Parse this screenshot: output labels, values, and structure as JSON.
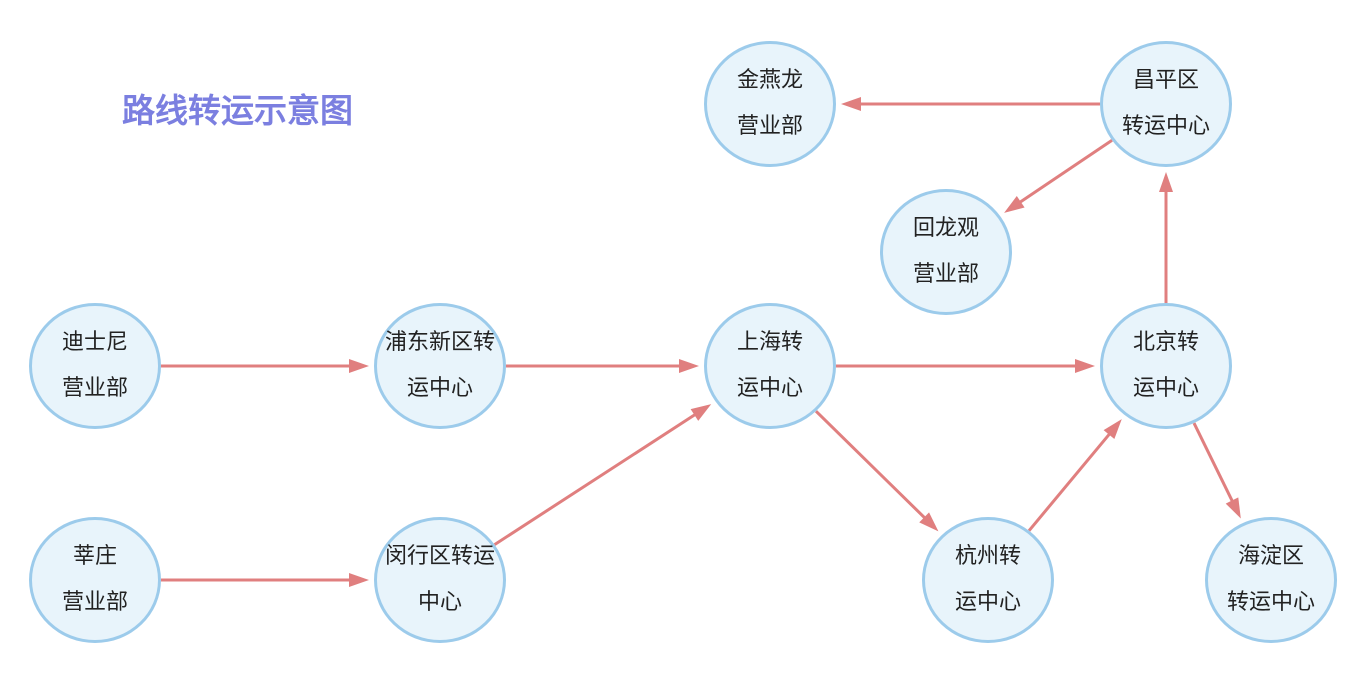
{
  "title": "路线转运示意图",
  "colors": {
    "title": "#7b7fe0",
    "node_border": "#9ccbeb",
    "node_fill": "#e8f4fb",
    "arrow": "#e07f7f"
  },
  "nodes": [
    {
      "id": "jinyanlong",
      "line1": "金燕龙",
      "line2": "营业部"
    },
    {
      "id": "changping",
      "line1": "昌平区",
      "line2": "转运中心"
    },
    {
      "id": "huilongguan",
      "line1": "回龙观",
      "line2": "营业部"
    },
    {
      "id": "disney",
      "line1": "迪士尼",
      "line2": "营业部"
    },
    {
      "id": "pudong",
      "line1": "浦东新区转",
      "line2": "运中心"
    },
    {
      "id": "shanghai",
      "line1": "上海转",
      "line2": "运中心"
    },
    {
      "id": "beijing",
      "line1": "北京转",
      "line2": "运中心"
    },
    {
      "id": "xinzhuang",
      "line1": "莘庄",
      "line2": "营业部"
    },
    {
      "id": "minhang",
      "line1": "闵行区转运",
      "line2": "中心"
    },
    {
      "id": "hangzhou",
      "line1": "杭州转",
      "line2": "运中心"
    },
    {
      "id": "haidian",
      "line1": "海淀区",
      "line2": "转运中心"
    }
  ],
  "edges": [
    {
      "from": "disney",
      "to": "pudong"
    },
    {
      "from": "pudong",
      "to": "shanghai"
    },
    {
      "from": "xinzhuang",
      "to": "minhang"
    },
    {
      "from": "minhang",
      "to": "shanghai"
    },
    {
      "from": "shanghai",
      "to": "beijing"
    },
    {
      "from": "shanghai",
      "to": "hangzhou"
    },
    {
      "from": "hangzhou",
      "to": "beijing"
    },
    {
      "from": "beijing",
      "to": "changping"
    },
    {
      "from": "beijing",
      "to": "haidian"
    },
    {
      "from": "changping",
      "to": "jinyanlong"
    },
    {
      "from": "changping",
      "to": "huilongguan"
    }
  ]
}
